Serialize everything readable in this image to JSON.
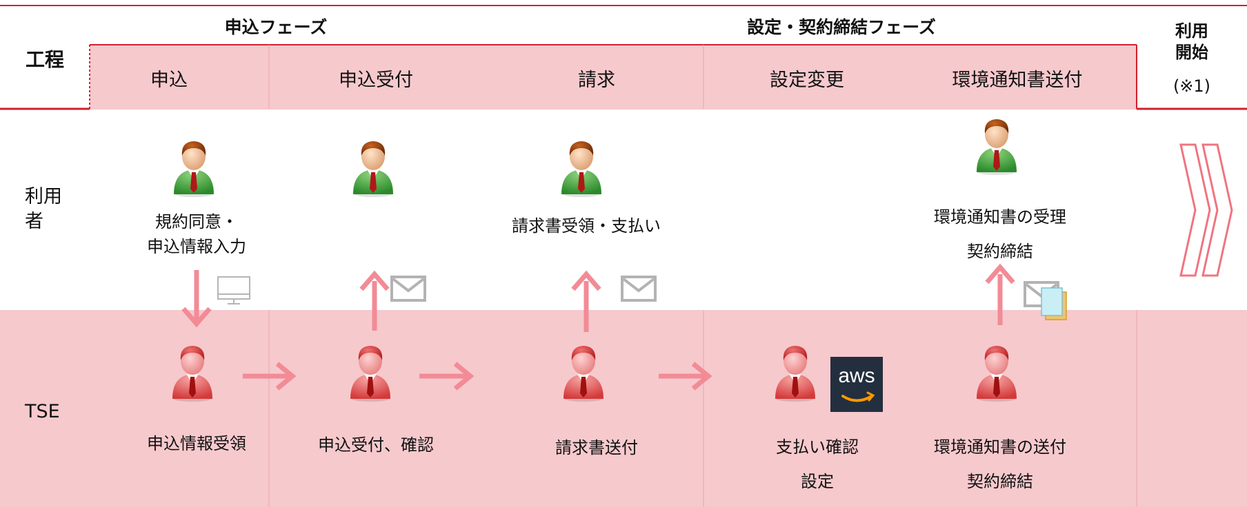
{
  "header": {
    "koutei_label": "工程",
    "phase_application": "申込フェーズ",
    "phase_setup": "設定・契約締結フェーズ",
    "start_label": "利用\n開始",
    "start_note": "(※1)",
    "steps": [
      "申込",
      "申込受付",
      "請求",
      "設定変更",
      "環境通知書送付"
    ]
  },
  "rows": {
    "user": "利用\n者",
    "tse": "TSE"
  },
  "user_actions": {
    "consent": "規約同意・\n申込情報入力",
    "invoice_receive": "請求書受領・支払い",
    "notice_receive": "環境通知書の受理\n契約締結"
  },
  "tse_actions": {
    "receive": "申込情報受領",
    "accept": "申込受付、確認",
    "send_invoice": "請求書送付",
    "pay_confirm": "支払い確認\n設定",
    "send_notice": "環境通知書の送付\n契約締結"
  },
  "aws_logo": "aws",
  "icons": [
    "user-green-icon",
    "user-red-icon",
    "monitor-icon",
    "mail-icon",
    "document-icon",
    "aws-logo",
    "chevron-icon"
  ],
  "colors": {
    "accent": "#d0202e",
    "pink_band": "#f6c9cd",
    "arrow": "#f28b96",
    "divider": "#e8a7ae"
  }
}
